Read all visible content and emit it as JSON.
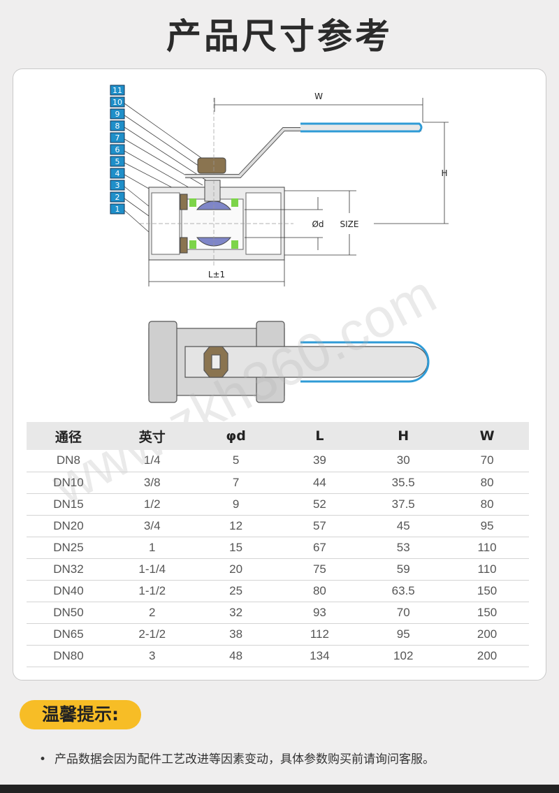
{
  "title": "产品尺寸参考",
  "diagram": {
    "part_numbers": [
      "11",
      "10",
      "9",
      "8",
      "7",
      "6",
      "5",
      "4",
      "3",
      "2",
      "1"
    ],
    "dim_w": "W",
    "dim_h": "H",
    "dim_d": "Ød",
    "dim_size": "SIZE",
    "dim_l": "L±1",
    "colors": {
      "handle_grip": "#2f9bd6",
      "nut": "#8a7450",
      "seat": "#7dd44a",
      "ball": "#7f86c8",
      "label_box": "#1f8fc9"
    }
  },
  "watermark": "www.zkh360.com",
  "table": {
    "headers": [
      "通径",
      "英寸",
      "φd",
      "L",
      "H",
      "W"
    ],
    "rows": [
      [
        "DN8",
        "1/4",
        "5",
        "39",
        "30",
        "70"
      ],
      [
        "DN10",
        "3/8",
        "7",
        "44",
        "35.5",
        "80"
      ],
      [
        "DN15",
        "1/2",
        "9",
        "52",
        "37.5",
        "80"
      ],
      [
        "DN20",
        "3/4",
        "12",
        "57",
        "45",
        "95"
      ],
      [
        "DN25",
        "1",
        "15",
        "67",
        "53",
        "110"
      ],
      [
        "DN32",
        "1-1/4",
        "20",
        "75",
        "59",
        "110"
      ],
      [
        "DN40",
        "1-1/2",
        "25",
        "80",
        "63.5",
        "150"
      ],
      [
        "DN50",
        "2",
        "32",
        "93",
        "70",
        "150"
      ],
      [
        "DN65",
        "2-1/2",
        "38",
        "112",
        "95",
        "200"
      ],
      [
        "DN80",
        "3",
        "48",
        "134",
        "102",
        "200"
      ]
    ]
  },
  "tip": {
    "label": "温馨提示:",
    "bullet": "•",
    "note": "产品数据会因为配件工艺改进等因素变动，具体参数购买前请询问客服。"
  }
}
